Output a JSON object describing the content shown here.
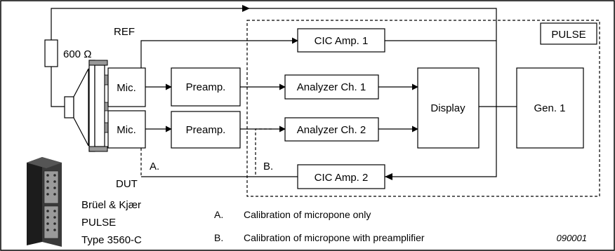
{
  "diagram": {
    "pulse_label": "PULSE",
    "ref_label": "REF",
    "dut_label": "DUT",
    "resistor_label": "600 Ω",
    "mic_ref_label": "Mic.",
    "mic_dut_label": "Mic.",
    "preamp_ref_label": "Preamp.",
    "preamp_dut_label": "Preamp.",
    "cic_amp1_label": "CIC Amp. 1",
    "cic_amp2_label": "CIC Amp. 2",
    "analyzer_ch1_label": "Analyzer Ch. 1",
    "analyzer_ch2_label": "Analyzer Ch. 2",
    "display_label": "Display",
    "gen1_label": "Gen. 1",
    "point_a_label": "A.",
    "point_b_label": "B."
  },
  "device": {
    "brand": "Brüel & Kjær",
    "name": "PULSE",
    "type": "Type 3560-C"
  },
  "legend": [
    {
      "key": "A.",
      "text": "Calibration of micropone only"
    },
    {
      "key": "B.",
      "text": "Calibration of micropone with preamplifier"
    }
  ],
  "figure_code": "090001"
}
